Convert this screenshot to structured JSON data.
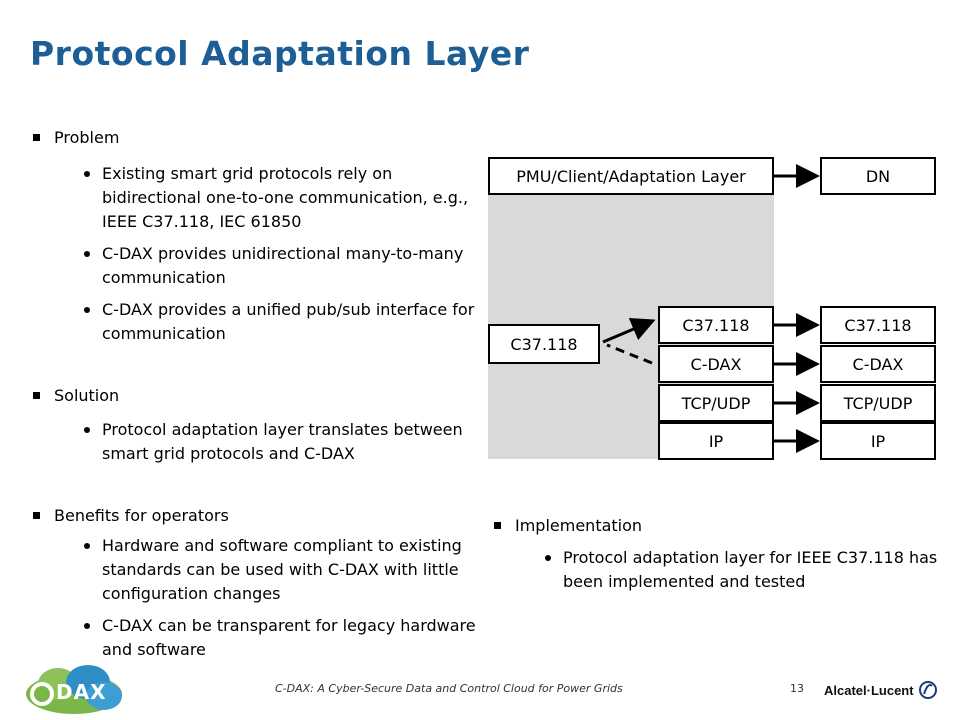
{
  "slide": {
    "title": "Protocol Adaptation Layer",
    "page_number": "13",
    "footer": "C-DAX: A Cyber-Secure Data and Control Cloud for Power Grids",
    "brand": "Alcatel·Lucent",
    "logo_text": "DAX"
  },
  "left_bullets": {
    "problem": {
      "heading": "Problem",
      "items": [
        "Existing smart grid protocols rely on bidirectional one-to-one communication, e.g., IEEE C37.118, IEC 61850",
        "C-DAX provides unidirectional many-to-many communication",
        "C-DAX provides a unified pub/sub interface for communication"
      ]
    },
    "solution": {
      "heading": "Solution",
      "items": [
        "Protocol adaptation layer translates between smart grid protocols and C-DAX"
      ]
    },
    "benefits": {
      "heading": "Benefits for operators",
      "items": [
        "Hardware and software compliant to existing standards can be used with C-DAX with little configuration changes",
        "C-DAX can be transparent for legacy hardware and software"
      ]
    }
  },
  "diagram": {
    "pmu_layer": "PMU/Client/Adaptation Layer",
    "dn": "DN",
    "c37_left": "C37.118",
    "stack_left": [
      "C37.118",
      "C-DAX",
      "TCP/UDP",
      "IP"
    ],
    "stack_right": [
      "C37.118",
      "C-DAX",
      "TCP/UDP",
      "IP"
    ]
  },
  "implementation": {
    "heading": "Implementation",
    "item": "Protocol adaptation layer for IEEE C37.118 has been implemented and tested"
  },
  "colors": {
    "title": "#1e5e96",
    "shade": "#d9d9d9"
  }
}
